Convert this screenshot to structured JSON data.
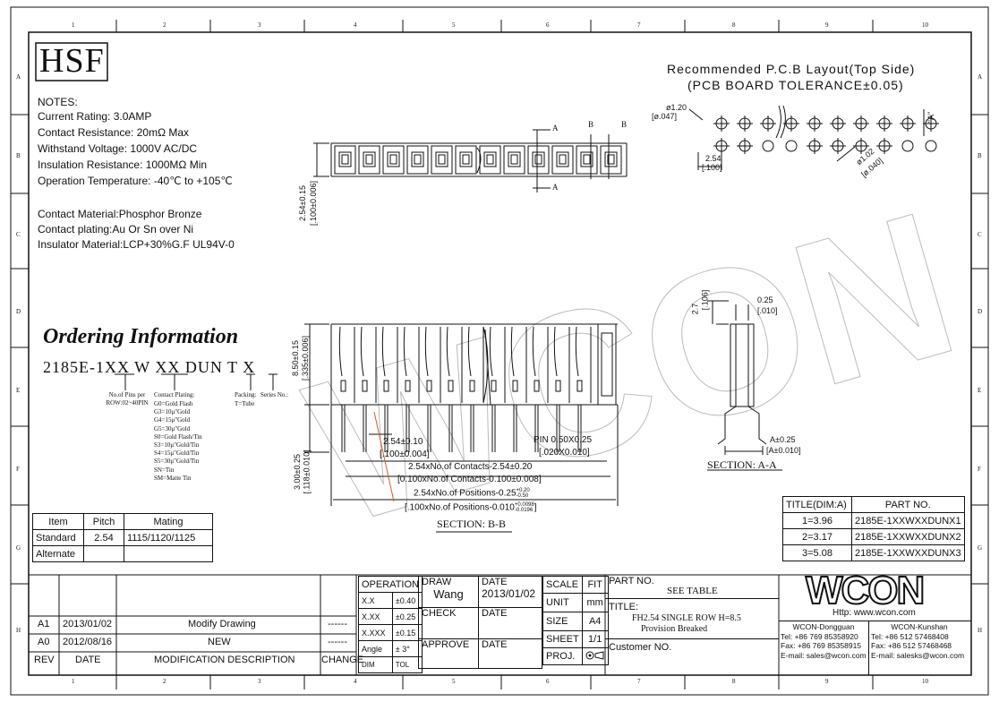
{
  "logo": {
    "text": "HSF"
  },
  "notes": {
    "heading": "NOTES:",
    "lines": [
      "Current Rating: 3.0AMP",
      "Contact Resistance: 20mΩ Max",
      "Withstand Voltage: 1000V AC/DC",
      "Insulation Resistance: 1000MΩ Min",
      "Operation Temperature: -40℃ to +105℃"
    ],
    "materials": [
      "Contact Material:Phosphor Bronze",
      "Contact plating:Au Or Sn over Ni",
      "Insulator Material:LCP+30%G.F UL94V-0"
    ]
  },
  "pcb": {
    "title_line1": "Recommended P.C.B Layout(Top Side)",
    "title_line2": "(PCB BOARD TOLERANCE±0.05)",
    "dim_hole1": "ø1.20",
    "dim_hole1_in": "[ø.047]",
    "dim_pitch": "2.54",
    "dim_pitch_in": "[.100]",
    "dim_hole2": "ø1.02",
    "dim_hole2_in": "[ø.040]",
    "dim_a": "\"A\""
  },
  "top_view": {
    "label_a1": "A",
    "label_a2": "A",
    "label_b1": "B",
    "label_b2": "B",
    "dim_height": "2.54±0.15",
    "dim_height_in": "[.100±0.006]"
  },
  "ordering": {
    "title": "Ordering Information",
    "code": "2185E-1XX W XX DUN T X",
    "pins_label": "No.of Pins per ROW:02~40PIN",
    "plating_label": "Contact Plating:",
    "plating_options": [
      "G0=Gold Flash",
      "G3=10μ\"Gold",
      "G4=15μ\"Gold",
      "G5=30μ\"Gold",
      "S0=Gold Flash/Tin",
      "S3=10μ\"Gold/Tin",
      "S4=15μ\"Gold/Tin",
      "S5=30μ\"Gold/Tin",
      "SN=Tin",
      "SM=Matte Tin"
    ],
    "packing_label": "Packing:",
    "packing_value": "T=Tube",
    "series_label": "Series No.:"
  },
  "section_bb": {
    "dim_h1": "8.50±0.15",
    "dim_h1_in": "[.335±0.006]",
    "dim_h2": "3.00±0.25",
    "dim_h2_in": "[.118±0.010]",
    "dim_pitch": "2.54±0.10",
    "dim_pitch_in": "[.100±0.004]",
    "dim_pin": "PIN 0.50X0.25",
    "dim_pin_in": "[.020X0.010]",
    "dim_contacts": "2.54xNo.of Contacts-2.54±0.20",
    "dim_contacts_in": "[0.100xNo.of Contacts-0.100±0.008]",
    "dim_positions": "2.54xNo.of Positions-0.25",
    "dim_positions_tol_up": "+0.20",
    "dim_positions_tol_dn": "-0.50",
    "dim_positions_in": "[.100xNo.of Positions-0.010",
    "dim_positions_in_up": "+0.0098",
    "dim_positions_in_dn": "-0.0196",
    "dim_positions_in_close": "]",
    "label": "SECTION: B-B"
  },
  "section_aa": {
    "dim_h": "2.7",
    "dim_h_in": "[.106]",
    "dim_t": "0.25",
    "dim_t_in": "[.010]",
    "dim_a": "A±0.25",
    "dim_a_in": "[A±0.010]",
    "label": "SECTION: A-A"
  },
  "pitch_table": {
    "headers": [
      "Item",
      "Pitch",
      "Mating"
    ],
    "rows": [
      [
        "Standard",
        "2.54",
        "1115/1120/1125"
      ],
      [
        "Alternate",
        "",
        ""
      ]
    ]
  },
  "part_table": {
    "headers": [
      "TITLE(DIM:A)",
      "PART NO."
    ],
    "rows": [
      [
        "1=3.96",
        "2185E-1XXWXXDUNX1"
      ],
      [
        "2=3.17",
        "2185E-1XXWXXDUNX2"
      ],
      [
        "3=5.08",
        "2185E-1XXWXXDUNX3"
      ]
    ]
  },
  "revisions": {
    "rows": [
      {
        "rev": "A1",
        "date": "2013/01/02",
        "desc": "Modify Drawing",
        "change": "------"
      },
      {
        "rev": "A0",
        "date": "2012/08/16",
        "desc": "NEW",
        "change": "------"
      }
    ],
    "headers": {
      "rev": "REV",
      "date": "DATE",
      "desc": "MODIFICATION DESCRIPTION",
      "change": "CHANGE"
    }
  },
  "title_block": {
    "operation": "OPERATION",
    "tol_rows": [
      [
        "X.X",
        "±0.40"
      ],
      [
        "X.XX",
        "±0.25"
      ],
      [
        "X.XXX",
        "±0.15"
      ],
      [
        "Angle",
        "± 3°"
      ],
      [
        "DIM",
        "TOL"
      ]
    ],
    "draw_label": "DRAW",
    "draw_name": "Wang",
    "date_label": "DATE",
    "date_value": "2013/01/02",
    "check_label": "CHECK",
    "check_date_label": "DATE",
    "approve_label": "APPROVE",
    "approve_date_label": "DATE",
    "scale_label": "SCALE",
    "scale_value": "FIT",
    "unit_label": "UNIT",
    "unit_value": "mm",
    "size_label": "SIZE",
    "size_value": "A4",
    "sheet_label": "SHEET",
    "sheet_value": "1/1",
    "proj_label": "PROJ.",
    "partno_label": "PART NO.",
    "partno_value": "SEE TABLE",
    "title_label": "TITLE:",
    "title_value1": "FH2.54 SINGLE ROW H=8.5",
    "title_value2": "Provision Breaked",
    "customer_label": "Customer NO."
  },
  "company": {
    "logo": "WCON",
    "http": "Http: www.wcon.com",
    "left_name": "WCON-Dongguan",
    "left_tel": "Tel: +86 769 85358920",
    "left_fax": "Fax: +86 769 85358915",
    "left_mail": "E-mail: sales@wcon.com",
    "right_name": "WCON-Kunshan",
    "right_tel": "Tel: +86 512 57468408",
    "right_fax": "Fax: +86 512 57468468",
    "right_mail": "E-mail: salesks@wcon.com"
  },
  "frame": {
    "columns": [
      "1",
      "2",
      "3",
      "4",
      "5",
      "6",
      "7",
      "8",
      "9",
      "10"
    ],
    "rows": [
      "A",
      "B",
      "C",
      "D",
      "E",
      "F",
      "G",
      "H"
    ]
  }
}
